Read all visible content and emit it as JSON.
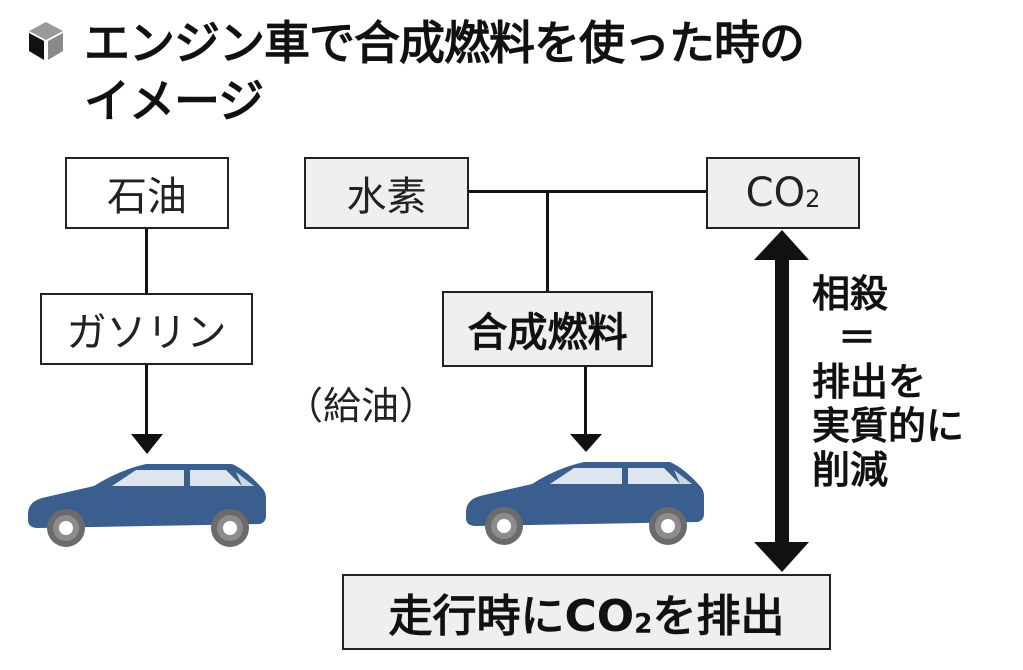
{
  "title": {
    "line1": "エンジン車で合成燃料を使った時の",
    "line2": "イメージ",
    "icon": "cube-icon"
  },
  "left_flow": {
    "source": "石油",
    "product": "ガソリン",
    "vehicle": "car-icon"
  },
  "refuel_label": "（給油）",
  "right_flow": {
    "input_a": "水素",
    "input_b_main": "CO",
    "input_b_sub": "2",
    "product": "合成燃料",
    "vehicle": "car-icon"
  },
  "offset_note": {
    "lines": [
      "相殺",
      "＝",
      "排出を",
      "実質的に",
      "削減"
    ]
  },
  "emission_box": {
    "prefix": "走行時に",
    "co2_main": "CO",
    "co2_sub": "2",
    "suffix": "を排出"
  },
  "colors": {
    "car_body": "#3a5f8e",
    "car_window": "#dde6ef",
    "tire": "#6b6b6b",
    "box_gray": "#eeeff1"
  }
}
